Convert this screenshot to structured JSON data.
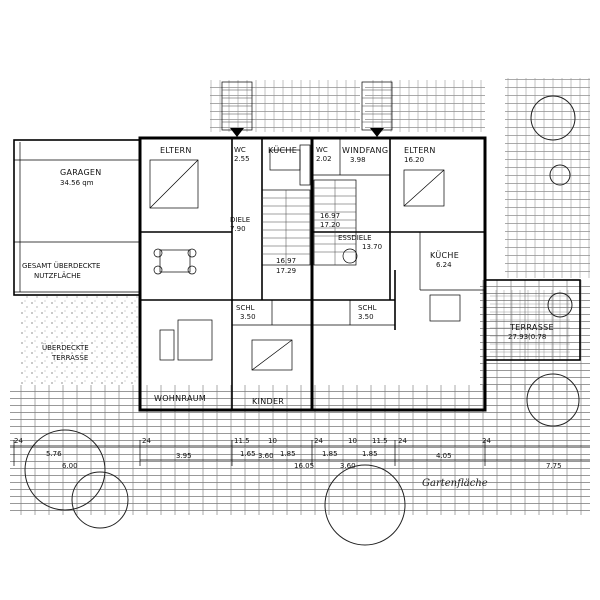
{
  "rooms": {
    "garagen": {
      "name": "GARAGEN",
      "area": "34.56 qm"
    },
    "gesamt": {
      "line1": "GESAMT ÜBERDECKTE",
      "line2": "NUTZFLÄCHE"
    },
    "terrasse_left": {
      "line1": "ÜBERDECKTE",
      "line2": "TERRASSE"
    },
    "eltern_left": {
      "name": "ELTERN"
    },
    "wc_left": {
      "name": "WC",
      "area": "2.55"
    },
    "kueche_left": {
      "name": "KÜCHE"
    },
    "diele_left": {
      "name": "DIELE",
      "area": "7.90"
    },
    "stair_left": {
      "num": "16.97",
      "area": "17.29"
    },
    "schl_left": {
      "name": "SCHL",
      "area": "3.50"
    },
    "wohnraum": {
      "name": "WOHNRAUM"
    },
    "kinder": {
      "name": "KINDER"
    },
    "wc_right": {
      "name": "WC",
      "area": "2.02"
    },
    "windfang": {
      "name": "WINDFANG",
      "area": "3.98"
    },
    "eltern_right": {
      "name": "ELTERN",
      "area": "16.20"
    },
    "stair_right": {
      "num": "16.97",
      "area": "17.20"
    },
    "essdiele": {
      "name": "ESSDIELE",
      "area": "13.70"
    },
    "kueche_right": {
      "name": "KÜCHE",
      "area": "6.24"
    },
    "schl_right": {
      "name": "SCHL",
      "area": "3.50"
    },
    "terrasse_right": {
      "name": "TERRASSE",
      "area": "27.93(0.78"
    },
    "garden_label": {
      "text": "Gartenfläche"
    }
  },
  "dims": {
    "d1": "5.76",
    "d2": "6.00",
    "d3": "3.95",
    "d4": "3.60",
    "d5": "16.05",
    "d6": "3.60",
    "d7": "4.05",
    "d8": "7.75",
    "d9": "1.65",
    "d10": "1.85",
    "d11": "1.85",
    "d12": "1.85",
    "d13": "11.5",
    "d14": "11.5",
    "d15": "10",
    "d16": "10",
    "d17": "24",
    "d18": "24",
    "d19": "24",
    "d20": "24",
    "d21": "24"
  }
}
